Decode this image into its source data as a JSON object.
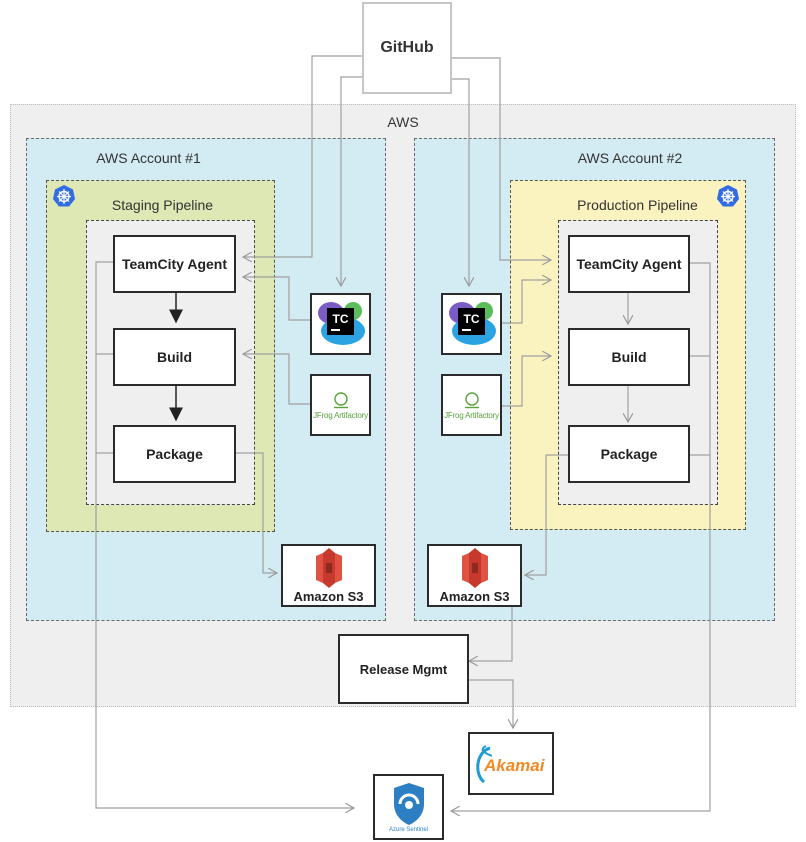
{
  "diagram": {
    "github": {
      "label": "GitHub"
    },
    "aws": {
      "label": "AWS"
    },
    "accounts": [
      {
        "label": "AWS Account #1",
        "pipeline": {
          "label": "Staging Pipeline",
          "steps": [
            "TeamCity Agent",
            "Build",
            "Package"
          ]
        },
        "teamcity": {
          "logo_text": "TC"
        },
        "artifactory": {
          "label": "JFrog Artifactory"
        },
        "s3": {
          "label": "Amazon S3"
        }
      },
      {
        "label": "AWS Account #2",
        "pipeline": {
          "label": "Production Pipeline",
          "steps": [
            "TeamCity Agent",
            "Build",
            "Package"
          ]
        },
        "teamcity": {
          "logo_text": "TC"
        },
        "artifactory": {
          "label": "JFrog Artifactory"
        },
        "s3": {
          "label": "Amazon S3"
        }
      }
    ],
    "release_mgmt": {
      "label": "Release Mgmt"
    },
    "akamai": {
      "label": "Akamai"
    },
    "sentinel": {
      "label": "Azure Sentinel"
    },
    "colors": {
      "aws_bg": "#efefef",
      "account_bg": "#d3ebf2",
      "staging_bg": "#dde8b4",
      "production_bg": "#faf3c0",
      "kubernetes_blue": "#326ce5",
      "s3_red": "#d9453a",
      "akamai_orange": "#f08a24",
      "akamai_blue": "#1e9ad6",
      "sentinel_blue": "#2d7fc4",
      "jfrog_green": "#5aa33b",
      "connector_gray": "#a0a0a0"
    }
  }
}
